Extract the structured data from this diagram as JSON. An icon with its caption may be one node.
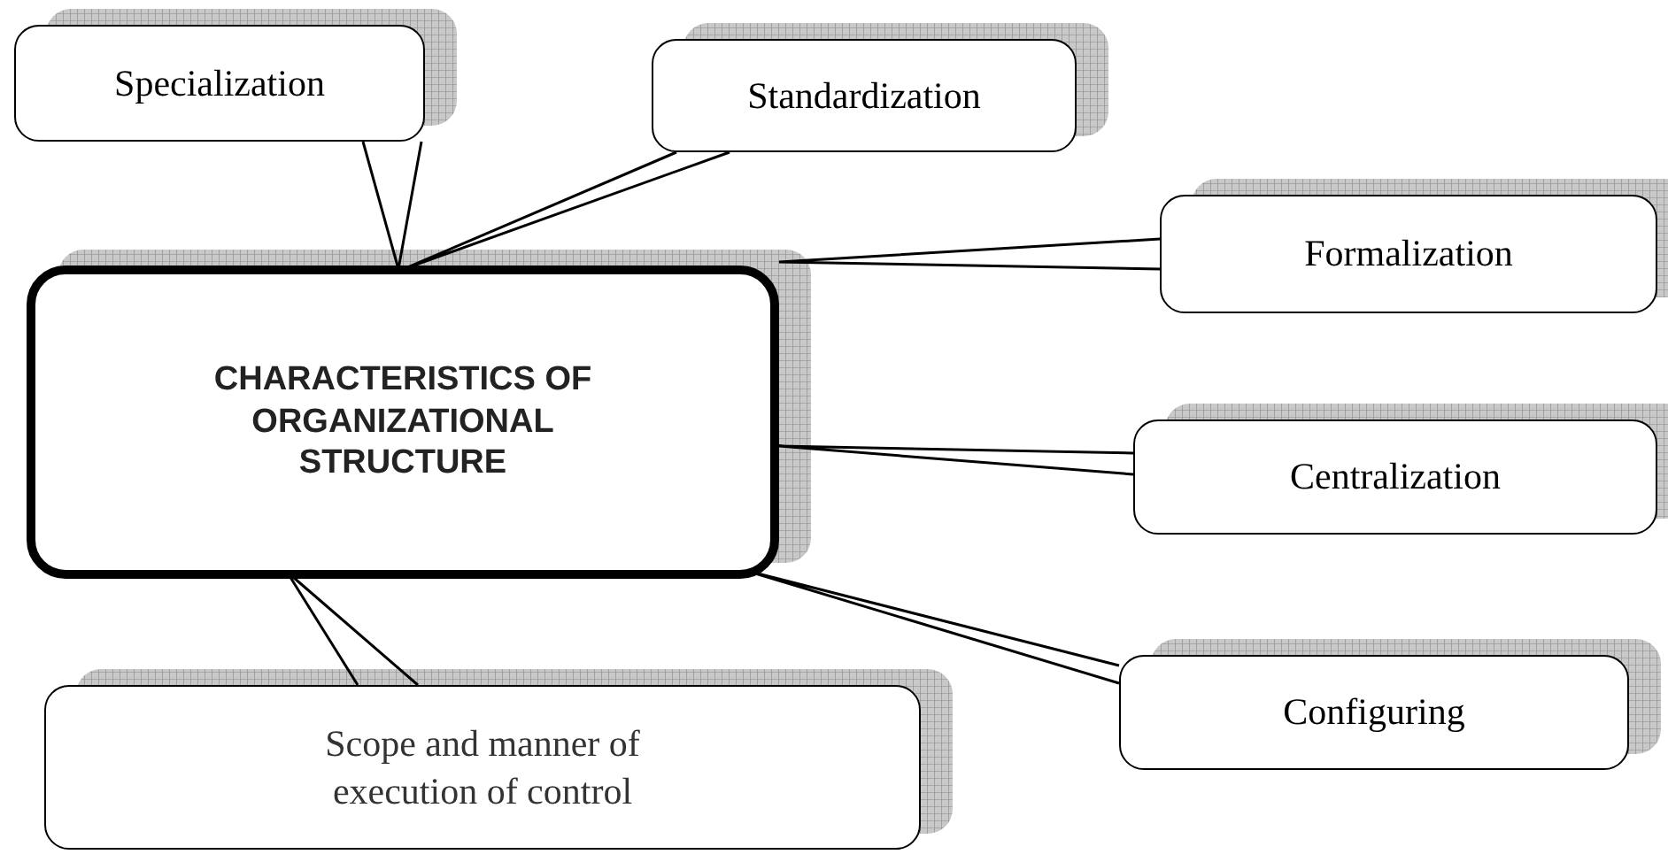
{
  "diagram": {
    "nodes": [
      {
        "text": [
          "CHARACTERISTICS OF ORGANIZATIONAL STRUCTURE"
        ]
      },
      {
        "text": [
          "Specialization"
        ]
      },
      {
        "text": [
          "Standardization"
        ]
      },
      {
        "text": [
          "Formalization"
        ]
      },
      {
        "text": [
          "Centralization"
        ]
      },
      {
        "text": [
          "Configuring"
        ]
      },
      {
        "text": [
          "Scope and manner of execution of control"
        ]
      }
    ],
    "edges": [
      {
        "from": 1,
        "to": 0,
        "arrow": "none"
      },
      {
        "from": 2,
        "to": 0,
        "arrow": "none"
      },
      {
        "from": 3,
        "to": 0,
        "arrow": "none"
      },
      {
        "from": 4,
        "to": 0,
        "arrow": "none"
      },
      {
        "from": 5,
        "to": 0,
        "arrow": "none"
      },
      {
        "from": 6,
        "to": 0,
        "arrow": "none"
      }
    ]
  }
}
